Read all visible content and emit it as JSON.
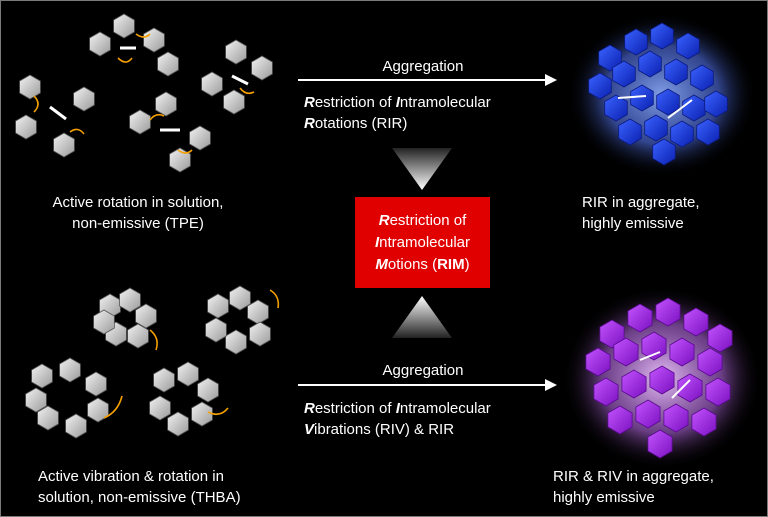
{
  "top": {
    "left_caption": [
      "Active rotation in solution,",
      "non-emissive (TPE)"
    ],
    "arrow_label": "Aggregation",
    "restriction_line1": {
      "b1": "R",
      "t1": "estriction of ",
      "b2": "I",
      "t2": "ntramolecular"
    },
    "restriction_line2": {
      "b1": "R",
      "t1": "otations (RIR)"
    },
    "right_caption": [
      "RIR in aggregate,",
      "highly emissive"
    ]
  },
  "center_box": {
    "line1": {
      "b": "R",
      "t": "estriction of"
    },
    "line2": {
      "b": "I",
      "t": "ntramolecular"
    },
    "line3": {
      "b": "M",
      "t": "otions (",
      "bold": "RIM",
      "end": ")"
    }
  },
  "bottom": {
    "left_caption": [
      "Active vibration & rotation in",
      "solution, non-emissive (THBA)"
    ],
    "arrow_label": "Aggregation",
    "restriction_line1": {
      "b1": "R",
      "t1": "estriction of ",
      "b2": "I",
      "t2": "ntramolecular"
    },
    "restriction_line2": {
      "b1": "V",
      "t1": "ibrations (RIV) & RIR"
    },
    "right_caption": [
      "RIR & RIV in aggregate,",
      "highly emissive"
    ]
  },
  "colors": {
    "background": "#000000",
    "rim_box": "#e00000",
    "rir_aggregate": "#1a3cff",
    "riv_aggregate": "#a020f0",
    "rotation_arrow": "#f5a000"
  },
  "icons": [
    "tpe-molecule-icon",
    "thba-molecule-icon",
    "rotation-arrow-icon",
    "blue-aggregate-icon",
    "purple-aggregate-icon"
  ]
}
